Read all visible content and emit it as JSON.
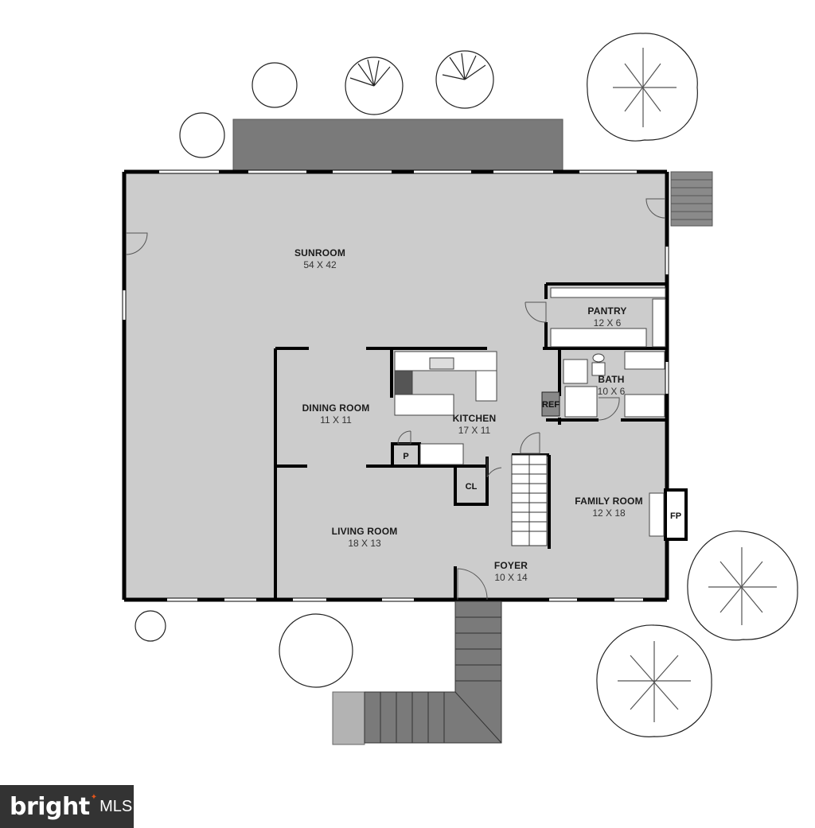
{
  "rooms": {
    "sunroom": {
      "name": "SUNROOM",
      "dims": "54 X 42"
    },
    "pantry": {
      "name": "PANTRY",
      "dims": "12 X 6"
    },
    "bath": {
      "name": "BATH",
      "dims": "10 X 6"
    },
    "dining": {
      "name": "DINING ROOM",
      "dims": "11 X 11"
    },
    "kitchen": {
      "name": "KITCHEN",
      "dims": "17 X 11"
    },
    "family": {
      "name": "FAMILY ROOM",
      "dims": "12 X 18"
    },
    "living": {
      "name": "LIVING ROOM",
      "dims": "18 X 13"
    },
    "foyer": {
      "name": "FOYER",
      "dims": "10 X 14"
    }
  },
  "tags": {
    "ref": "REF",
    "pantry_closet": "P",
    "closet": "CL",
    "fireplace": "FP"
  },
  "logo": {
    "brand": "bright",
    "suffix": "MLS"
  },
  "colors": {
    "floor": "#cccccc",
    "wall": "#000000",
    "deck": "#7a7a7a",
    "background": "#ffffff",
    "logo_bg": "#333333",
    "logo_accent": "#e2541b"
  }
}
